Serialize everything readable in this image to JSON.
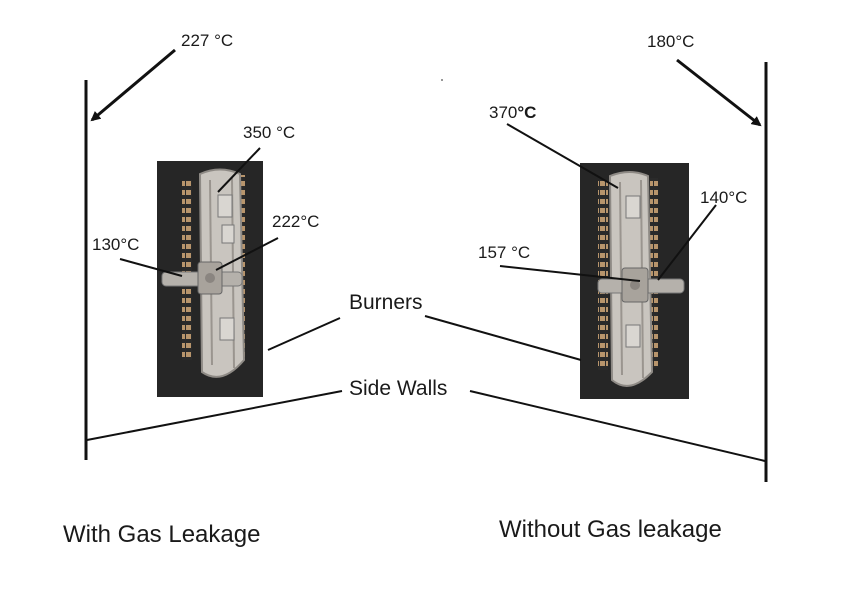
{
  "colors": {
    "line": "#111111",
    "photo_bg": "#262626",
    "burner_metal": "#c9c5bf",
    "burner_shadow": "#9a958f",
    "fins": "#b8956c"
  },
  "left_setup": {
    "wall_temp": "227 °C",
    "burner_top_temp": "350 °C",
    "burner_mid_temp": "222°C",
    "inlet_temp": "130°C",
    "caption": "With Gas Leakage"
  },
  "right_setup": {
    "wall_temp": "180°C",
    "burner_top_temp_value": "370",
    "burner_top_temp_unit": "°C",
    "burner_mid_temp": "140°C",
    "inlet_temp": "157 °C",
    "caption": "Without Gas leakage"
  },
  "labels": {
    "burners": "Burners",
    "side_walls": "Side Walls"
  }
}
